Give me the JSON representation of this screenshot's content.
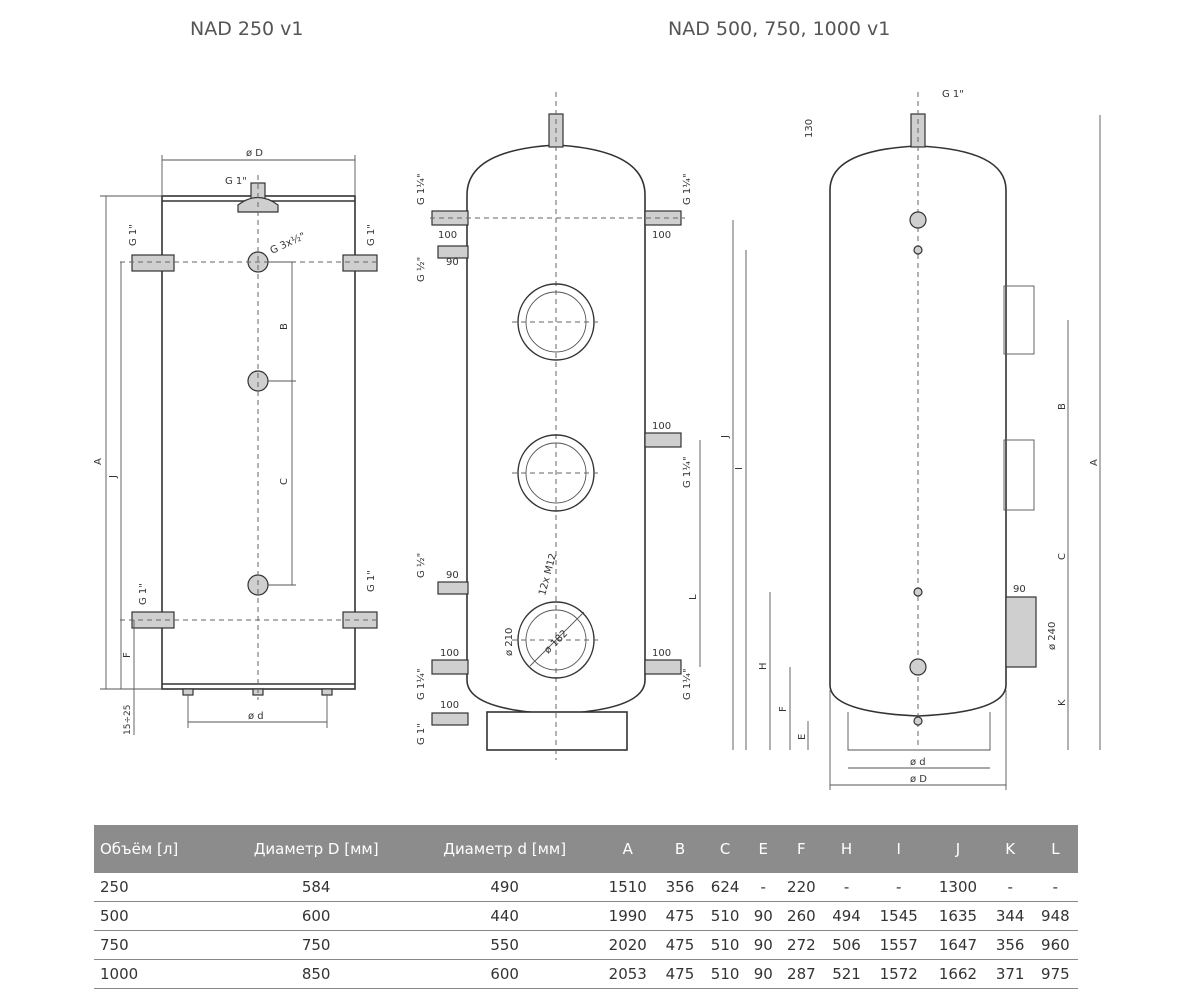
{
  "titles": {
    "left": "NAD 250 v1",
    "right": "NAD 500, 750, 1000 v1"
  },
  "labels": {
    "oD": "ø D",
    "od": "ø d",
    "g1": "G 1\"",
    "g114": "G 1¼\"",
    "g12": "G ½\"",
    "g3x12": "G 3x½\"",
    "d100": "100",
    "d90": "90",
    "d130": "130",
    "d240": "ø 240",
    "d210": "ø 210",
    "d182": "ø 182",
    "m12": "12x M12",
    "tol": "15÷25",
    "A": "A",
    "B": "B",
    "C": "C",
    "E": "E",
    "F": "F",
    "H": "H",
    "I": "I",
    "J": "J",
    "K": "K",
    "L": "L"
  },
  "table": {
    "headers": [
      "Объём [л]",
      "Диаметр D [мм]",
      "Диаметр d [мм]",
      "A",
      "B",
      "C",
      "E",
      "F",
      "H",
      "I",
      "J",
      "K",
      "L"
    ],
    "rows": [
      [
        "250",
        "584",
        "490",
        "1510",
        "356",
        "624",
        "-",
        "220",
        "-",
        "-",
        "1300",
        "-",
        "-"
      ],
      [
        "500",
        "600",
        "440",
        "1990",
        "475",
        "510",
        "90",
        "260",
        "494",
        "1545",
        "1635",
        "344",
        "948"
      ],
      [
        "750",
        "750",
        "550",
        "2020",
        "475",
        "510",
        "90",
        "272",
        "506",
        "1557",
        "1647",
        "356",
        "960"
      ],
      [
        "1000",
        "850",
        "600",
        "2053",
        "475",
        "510",
        "90",
        "287",
        "521",
        "1572",
        "1662",
        "371",
        "975"
      ]
    ]
  }
}
